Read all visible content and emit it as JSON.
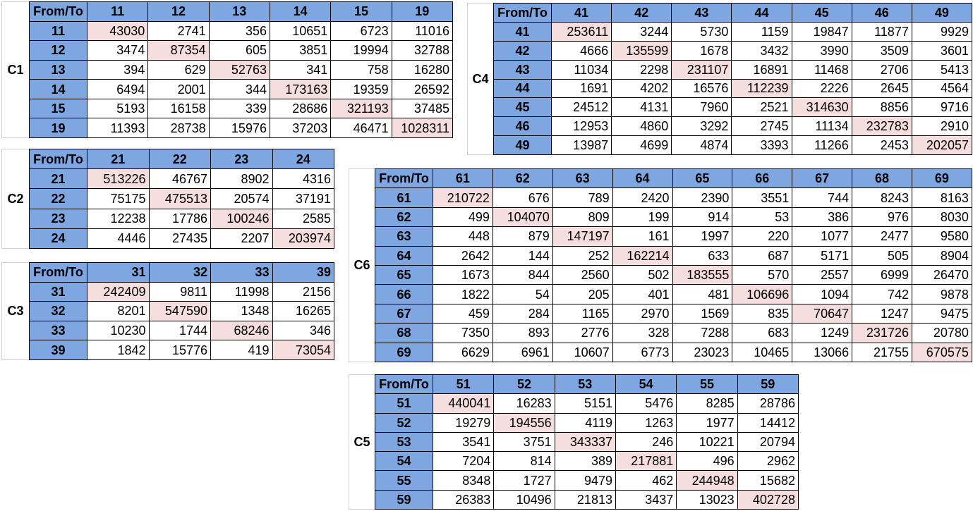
{
  "header_label": "From/To",
  "matrices": [
    {
      "id": "c1",
      "label": "C1",
      "cols": [
        "11",
        "12",
        "13",
        "14",
        "15",
        "19"
      ],
      "rows": [
        [
          "11",
          43030,
          2741,
          356,
          10651,
          6723,
          11016
        ],
        [
          "12",
          3474,
          87354,
          605,
          3851,
          19994,
          32788
        ],
        [
          "13",
          394,
          629,
          52763,
          341,
          758,
          16280
        ],
        [
          "14",
          6494,
          2001,
          344,
          173163,
          19359,
          26592
        ],
        [
          "15",
          5193,
          16158,
          339,
          28686,
          321193,
          37485
        ],
        [
          "19",
          11393,
          28738,
          15976,
          37203,
          46471,
          1028311
        ]
      ]
    },
    {
      "id": "c2",
      "label": "C2",
      "cols": [
        "21",
        "22",
        "23",
        "24"
      ],
      "rows": [
        [
          "21",
          513226,
          46767,
          8902,
          4316
        ],
        [
          "22",
          75175,
          475513,
          20574,
          37191
        ],
        [
          "23",
          12238,
          17786,
          100246,
          2585
        ],
        [
          "24",
          4446,
          27435,
          2207,
          203974
        ]
      ]
    },
    {
      "id": "c3",
      "label": "C3",
      "cols": [
        "31",
        "32",
        "33",
        "39"
      ],
      "rows": [
        [
          "31",
          242409,
          9811,
          11998,
          2156
        ],
        [
          "32",
          8201,
          547590,
          1348,
          16265
        ],
        [
          "33",
          10230,
          1744,
          68246,
          346
        ],
        [
          "39",
          1842,
          15776,
          419,
          73054
        ]
      ]
    },
    {
      "id": "c4",
      "label": "C4",
      "cols": [
        "41",
        "42",
        "43",
        "44",
        "45",
        "46",
        "49"
      ],
      "rows": [
        [
          "41",
          253611,
          3244,
          5730,
          1159,
          19847,
          11877,
          9929
        ],
        [
          "42",
          4666,
          135599,
          1678,
          3432,
          3990,
          3509,
          3601
        ],
        [
          "43",
          11034,
          2298,
          231107,
          16891,
          11468,
          2706,
          5413
        ],
        [
          "44",
          1691,
          4202,
          16576,
          112239,
          2226,
          2645,
          4564
        ],
        [
          "45",
          24512,
          4131,
          7960,
          2521,
          314630,
          8856,
          9716
        ],
        [
          "46",
          12953,
          4860,
          3292,
          2745,
          11134,
          232783,
          2910
        ],
        [
          "49",
          13987,
          4699,
          4874,
          3393,
          11266,
          2453,
          202057
        ]
      ]
    },
    {
      "id": "c6",
      "label": "C6",
      "cols": [
        "61",
        "62",
        "63",
        "64",
        "65",
        "66",
        "67",
        "68",
        "69"
      ],
      "rows": [
        [
          "61",
          210722,
          676,
          789,
          2420,
          2390,
          3551,
          744,
          8243,
          8163
        ],
        [
          "62",
          499,
          104070,
          809,
          199,
          914,
          53,
          386,
          976,
          8030
        ],
        [
          "63",
          448,
          879,
          147197,
          161,
          1997,
          220,
          1077,
          2477,
          9580
        ],
        [
          "64",
          2642,
          144,
          252,
          162214,
          633,
          687,
          5171,
          505,
          8904
        ],
        [
          "65",
          1673,
          844,
          2560,
          502,
          183555,
          570,
          2557,
          6999,
          26470
        ],
        [
          "66",
          1822,
          54,
          205,
          401,
          481,
          106696,
          1094,
          742,
          9878
        ],
        [
          "67",
          459,
          284,
          1165,
          2970,
          1569,
          835,
          70647,
          1247,
          9475
        ],
        [
          "68",
          7350,
          893,
          2776,
          328,
          7288,
          683,
          1249,
          231726,
          20780
        ],
        [
          "69",
          6629,
          6961,
          10607,
          6773,
          23023,
          10465,
          13066,
          21755,
          670575
        ]
      ]
    },
    {
      "id": "c5",
      "label": "C5",
      "cols": [
        "51",
        "52",
        "53",
        "54",
        "55",
        "59"
      ],
      "rows": [
        [
          "51",
          440041,
          16283,
          5151,
          5476,
          8285,
          28786
        ],
        [
          "52",
          19279,
          194556,
          4119,
          1263,
          1977,
          14412
        ],
        [
          "53",
          3541,
          3751,
          343337,
          246,
          10221,
          20794
        ],
        [
          "54",
          7204,
          814,
          389,
          217881,
          496,
          2962
        ],
        [
          "55",
          8348,
          1727,
          9479,
          462,
          244948,
          15682
        ],
        [
          "59",
          26383,
          10496,
          21813,
          3437,
          13023,
          402728
        ]
      ]
    }
  ]
}
